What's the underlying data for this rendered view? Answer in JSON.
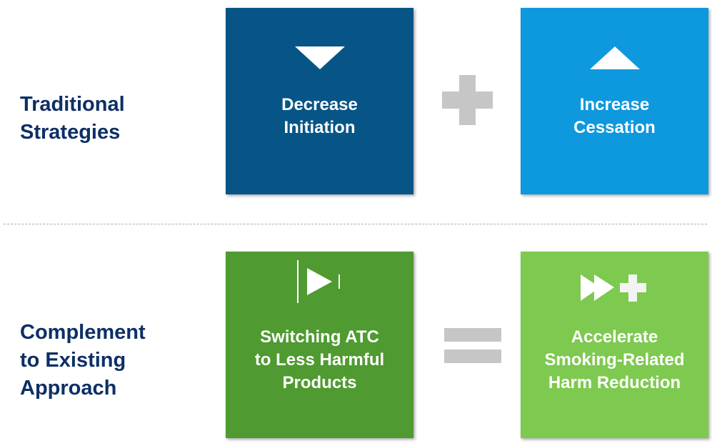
{
  "rows": {
    "traditional": {
      "label_line1": "Traditional",
      "label_line2": "Strategies"
    },
    "complement": {
      "label_line1": "Complement",
      "label_line2": "to Existing",
      "label_line3": "Approach"
    }
  },
  "boxes": {
    "decrease": {
      "line1": "Decrease",
      "line2": "Initiation",
      "icon": "triangle-down-icon",
      "color": "#075587"
    },
    "increase": {
      "line1": "Increase",
      "line2": "Cessation",
      "icon": "triangle-up-icon",
      "color": "#0e98de"
    },
    "switching": {
      "line1": "Switching ATC",
      "line2": "to Less Harmful",
      "line3": "Products",
      "icon": "play-bar-icon",
      "color": "#4f9a31"
    },
    "accelerate": {
      "line1": "Accelerate",
      "line2": "Smoking-Related",
      "line3": "Harm Reduction",
      "icon": "fast-forward-plus-icon",
      "color": "#7ec94f"
    }
  },
  "operators": {
    "top": "plus",
    "bottom": "equals"
  }
}
